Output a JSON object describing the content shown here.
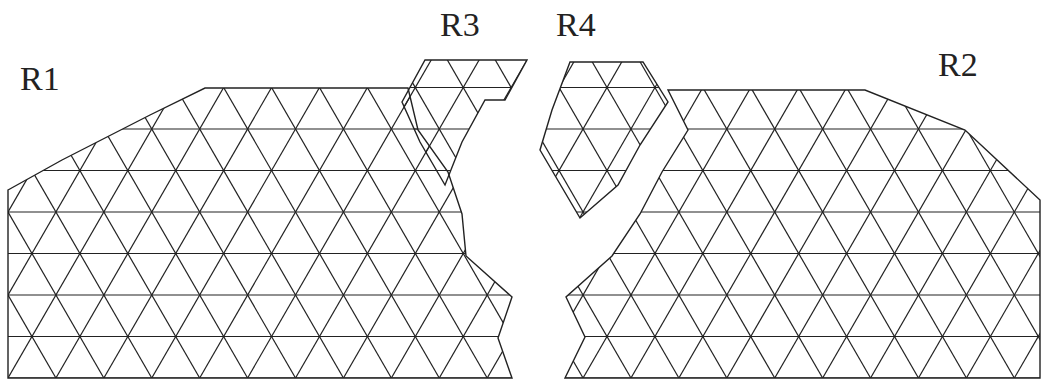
{
  "diagram": {
    "labels": [
      "R1",
      "R2",
      "R3",
      "R4"
    ]
  }
}
